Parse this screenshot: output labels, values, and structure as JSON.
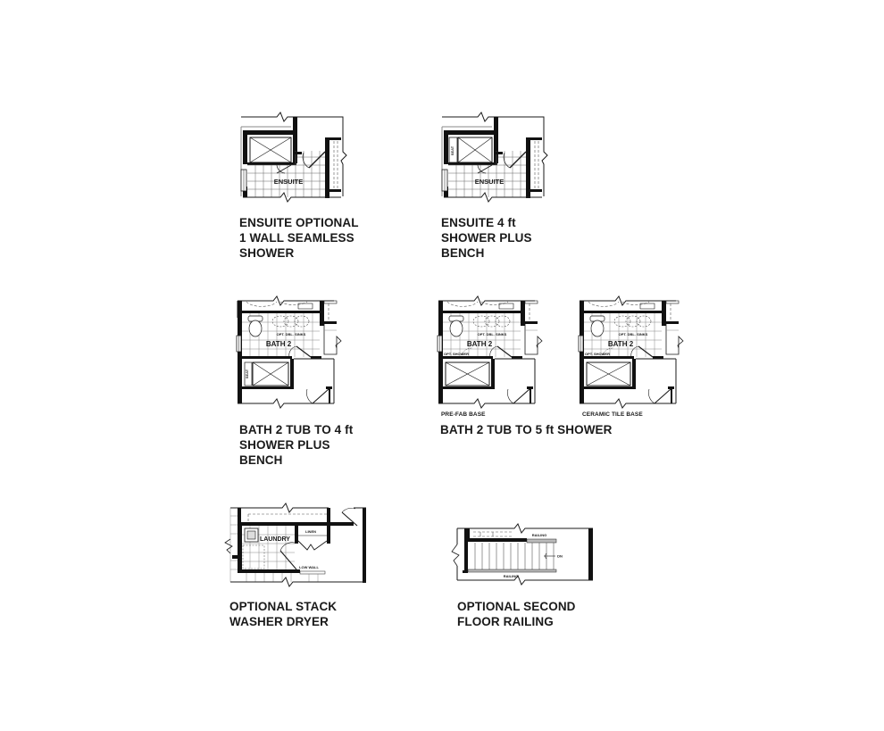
{
  "options": [
    {
      "id": "ensuite-seamless",
      "caption": [
        "ENSUITE OPTIONAL",
        "1 WALL SEAMLESS",
        "SHOWER"
      ],
      "room_label": "ENSUITE"
    },
    {
      "id": "ensuite-bench",
      "caption": [
        "ENSUITE 4 ft",
        "SHOWER PLUS",
        "BENCH"
      ],
      "room_label": "ENSUITE",
      "bench_label": "SEAT"
    },
    {
      "id": "bath2-4ft-bench",
      "caption": [
        "BATH 2 TUB TO 4 ft",
        "SHOWER PLUS",
        "BENCH"
      ],
      "room_label": "BATH 2",
      "sinks_label": "OPT. DBL. SINKS",
      "bench_label": "SEAT"
    },
    {
      "id": "bath2-5ft-shower",
      "caption": [
        "BATH 2 TUB TO 5 ft SHOWER"
      ],
      "variants": [
        {
          "sublabel": "PRE-FAB BASE",
          "room_label": "BATH 2",
          "sinks_label": "OPT. DBL. SINKS",
          "shower_label": "OPT. SHOWER"
        },
        {
          "sublabel": "CERAMIC TILE BASE",
          "room_label": "BATH 2",
          "sinks_label": "OPT. DBL. SINKS",
          "shower_label": "OPT. SHOWER"
        }
      ]
    },
    {
      "id": "stack-washer-dryer",
      "caption": [
        "OPTIONAL STACK",
        "WASHER DRYER"
      ],
      "room_label": "LAUNDRY",
      "linen_label": "LINEN",
      "low_wall_label": "LOW WALL"
    },
    {
      "id": "second-floor-railing",
      "caption": [
        "OPTIONAL SECOND",
        "FLOOR RAILING"
      ],
      "top_railing_label": "RAILING",
      "bottom_railing_label": "RAILING",
      "stair_direction_label": "DN"
    }
  ],
  "colors": {
    "line": "#1a1a1a",
    "wall": "#111111",
    "grid": "#555555",
    "background": "#ffffff"
  }
}
